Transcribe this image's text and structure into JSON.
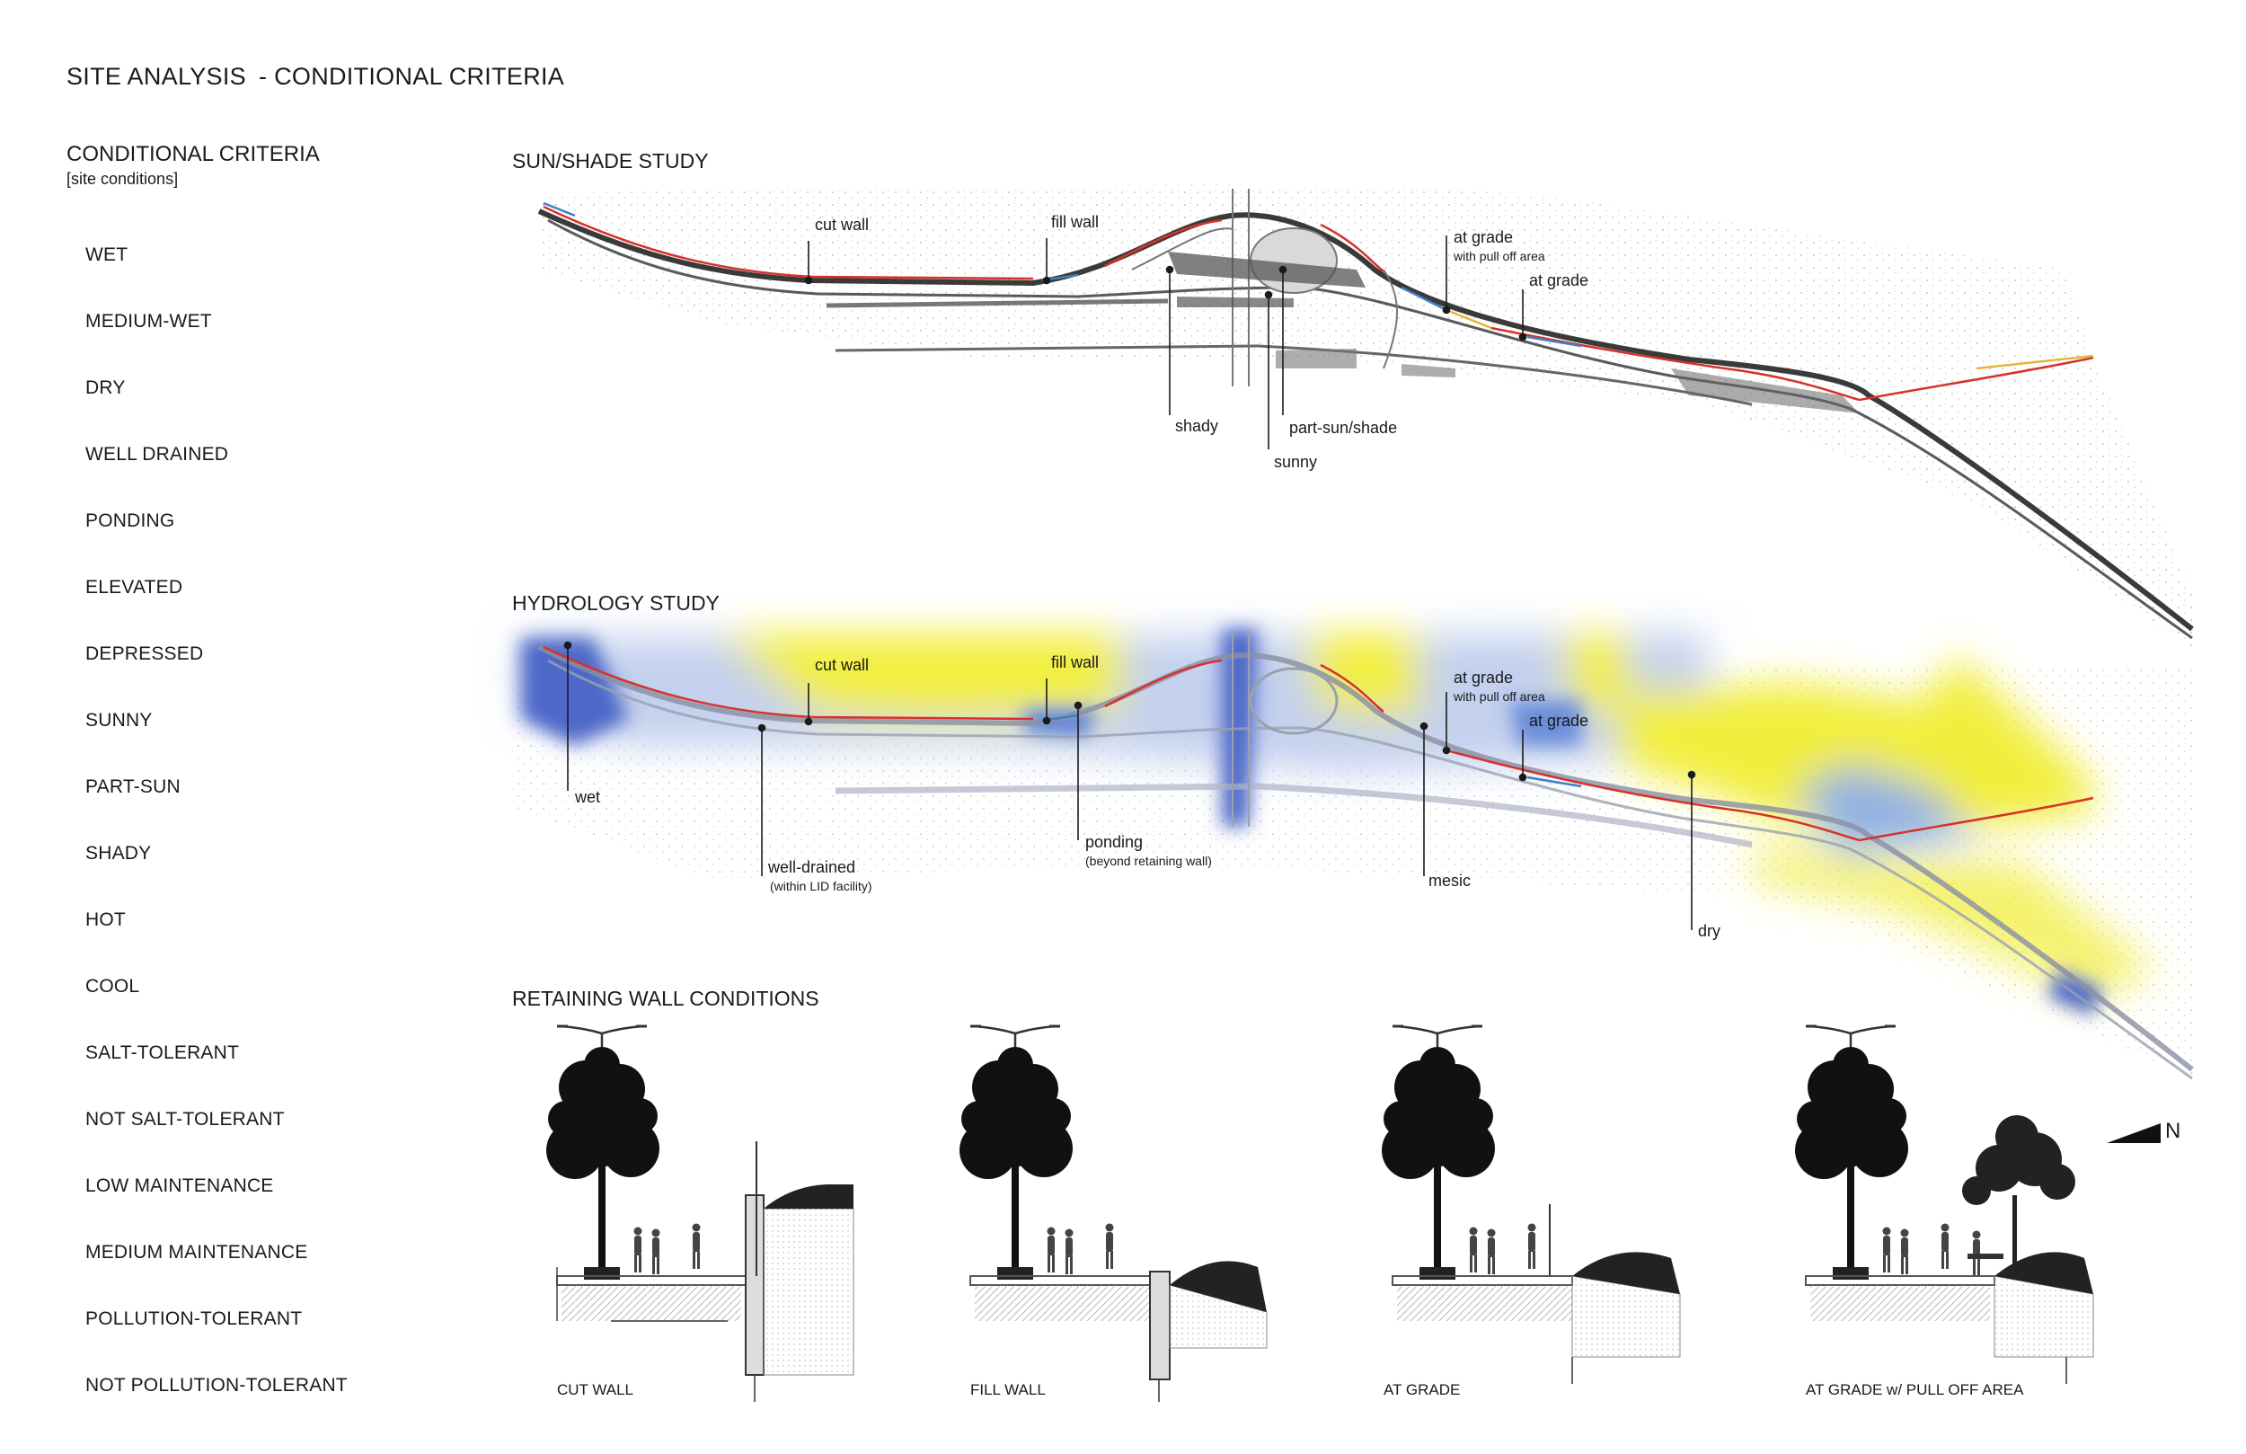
{
  "header": {
    "title": "SITE ANALYSIS",
    "subtitle": "- CONDITIONAL CRITERIA"
  },
  "criteria": {
    "title": "CONDITIONAL CRITERIA",
    "subtitle": "[site conditions]",
    "items": [
      "WET",
      "MEDIUM-WET",
      "DRY",
      "WELL DRAINED",
      "PONDING",
      "ELEVATED",
      "DEPRESSED",
      "SUNNY",
      "PART-SUN",
      "SHADY",
      "HOT",
      "COOL",
      "SALT-TOLERANT",
      "NOT SALT-TOLERANT",
      "LOW MAINTENANCE",
      "MEDIUM MAINTENANCE",
      "POLLUTION-TOLERANT",
      "NOT POLLUTION-TOLERANT"
    ]
  },
  "sun_shade": {
    "title": "SUN/SHADE STUDY",
    "labels": {
      "cut_wall": "cut wall",
      "fill_wall": "fill wall",
      "at_grade_1": "at grade",
      "pull_off": "with pull off area",
      "at_grade_2": "at grade",
      "shady": "shady",
      "part_sun": "part-sun/shade",
      "sunny": "sunny"
    }
  },
  "hydrology": {
    "title": "HYDROLOGY STUDY",
    "labels": {
      "cut_wall": "cut wall",
      "fill_wall": "fill wall",
      "at_grade_1": "at grade",
      "pull_off": "with pull off area",
      "at_grade_2": "at grade",
      "wet": "wet",
      "well_drained": "well-drained",
      "lid": "(within LID facility)",
      "ponding": "ponding",
      "beyond": "(beyond retaining wall)",
      "mesic": "mesic",
      "dry": "dry"
    }
  },
  "retaining": {
    "title": "RETAINING WALL CONDITIONS",
    "captions": [
      "CUT WALL",
      "FILL WALL",
      "AT GRADE",
      "AT GRADE w/ PULL OFF AREA"
    ]
  },
  "north": {
    "label": "N"
  },
  "colors": {
    "red_line": "#d6312b",
    "blue_line": "#3f7fc4",
    "yellow_line": "#e6b53a",
    "wet": "#5f7fd0",
    "dry": "#f2ee3c",
    "road": "#3a3a3a"
  }
}
